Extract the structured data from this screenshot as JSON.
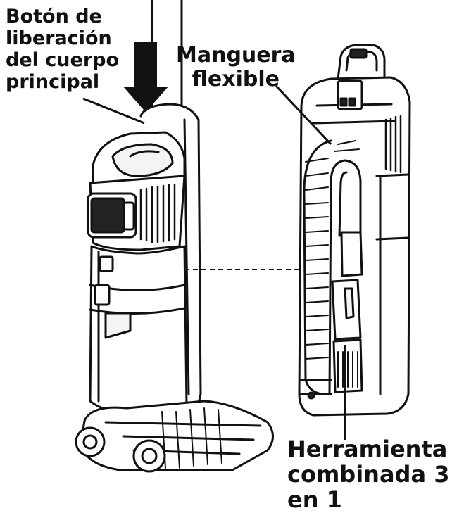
{
  "labels": {
    "release_button": "Botón de\nliberación\ndel cuerpo\nprincipal",
    "flexible_hose": "Manguera\nflexible",
    "combo_tool": "Herramienta\ncombinada 3\nen 1"
  },
  "colors": {
    "line": "#111111",
    "background": "#ffffff",
    "fill_light": "#f4f4f4",
    "fill_dark": "#222222"
  },
  "icons": [
    "down-arrow-icon"
  ]
}
